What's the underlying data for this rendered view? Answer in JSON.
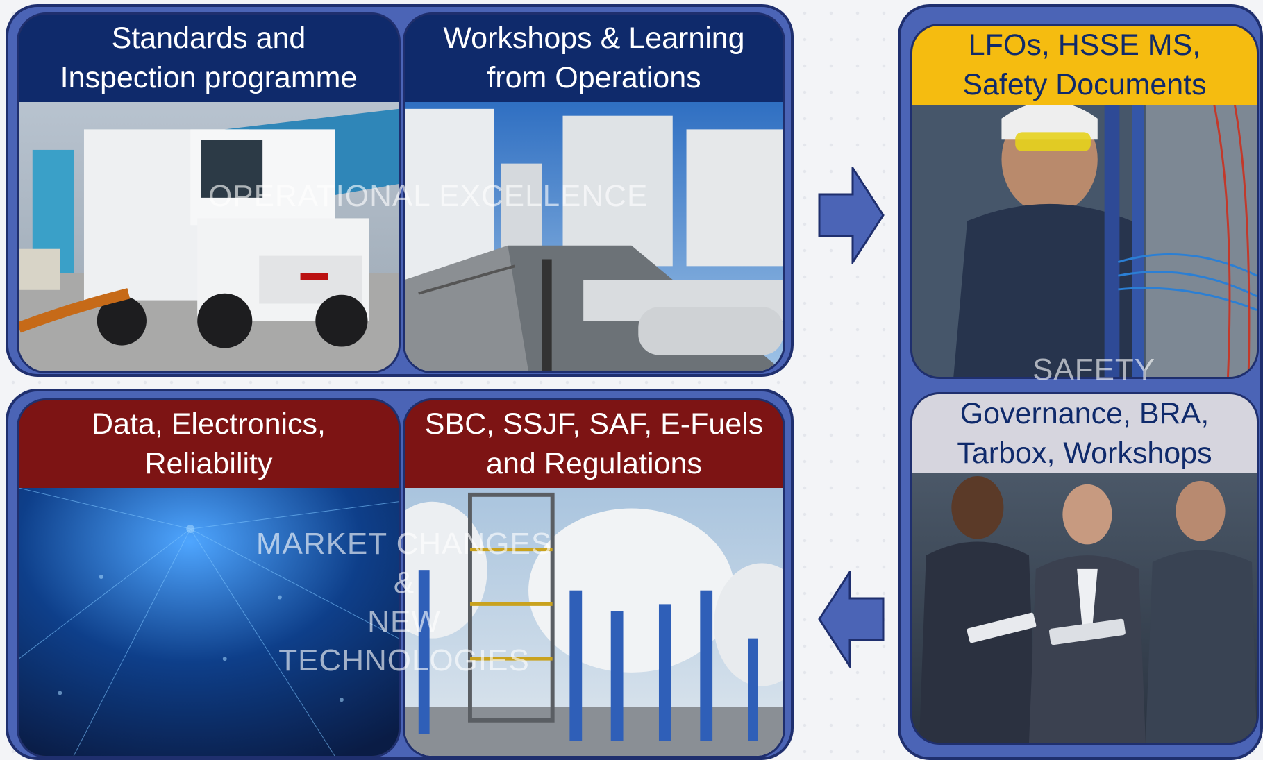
{
  "groups": {
    "operational_excellence": {
      "label": "OPERATIONAL EXCELLENCE",
      "cards": [
        {
          "title_line1": "Standards and",
          "title_line2": "Inspection programme",
          "image": "fuel-truck-photo"
        },
        {
          "title_line1": "Workshops & Learning",
          "title_line2": "from Operations",
          "image": "fuel-depot-photo"
        }
      ]
    },
    "market_changes": {
      "label_line1": "MARKET CHANGES",
      "label_line2": "&",
      "label_line3": "NEW TECHNOLOGIES",
      "cards": [
        {
          "title_line1": "Data, Electronics,",
          "title_line2": "Reliability",
          "image": "digital-data-photo"
        },
        {
          "title_line1": "SBC, SSJF, SAF, E-Fuels",
          "title_line2": "and Regulations",
          "image": "spherical-tanks-photo"
        }
      ]
    },
    "safety": {
      "label": "SAFETY",
      "cards": [
        {
          "title_line1": "LFOs, HSSE MS,",
          "title_line2": "Safety Documents",
          "image": "electrician-photo"
        },
        {
          "title_line1": "Governance, BRA,",
          "title_line2": "Tarbox, Workshops",
          "image": "team-meeting-photo"
        }
      ]
    }
  },
  "arrows": [
    "arrow-right-icon",
    "arrow-left-icon"
  ],
  "colors": {
    "group_fill": "#4b64b6",
    "border": "#1f2f6e",
    "header_navy": "#0f2a6b",
    "header_red": "#7d1414",
    "header_yellow": "#f5bc10",
    "header_grey": "#d6d5de"
  }
}
